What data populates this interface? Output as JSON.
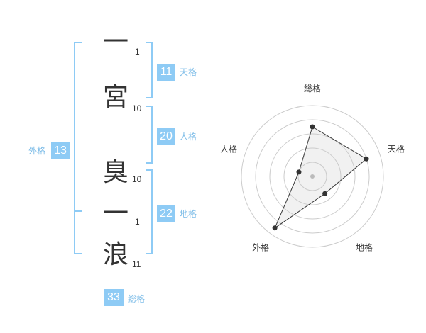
{
  "accent_color": "#8ecbf5",
  "accent_text_color": "#7ebde8",
  "name": {
    "chars": [
      {
        "char": "一",
        "strokes": "1"
      },
      {
        "char": "宮",
        "strokes": "10"
      },
      {
        "char": "臭",
        "strokes": "10"
      },
      {
        "char": "一",
        "strokes": "1"
      },
      {
        "char": "浪",
        "strokes": "11"
      }
    ]
  },
  "kakusu": {
    "tenkaku": {
      "value": "11",
      "label": "天格"
    },
    "jinkaku": {
      "value": "20",
      "label": "人格"
    },
    "chikaku": {
      "value": "22",
      "label": "地格"
    },
    "gaikaku": {
      "value": "13",
      "label": "外格"
    },
    "soukaku": {
      "value": "33",
      "label": "総格"
    }
  },
  "radar": {
    "labels": [
      "総格",
      "天格",
      "地格",
      "外格",
      "人格"
    ],
    "values": [
      0.7,
      0.8,
      0.3,
      0.9,
      0.2
    ]
  }
}
